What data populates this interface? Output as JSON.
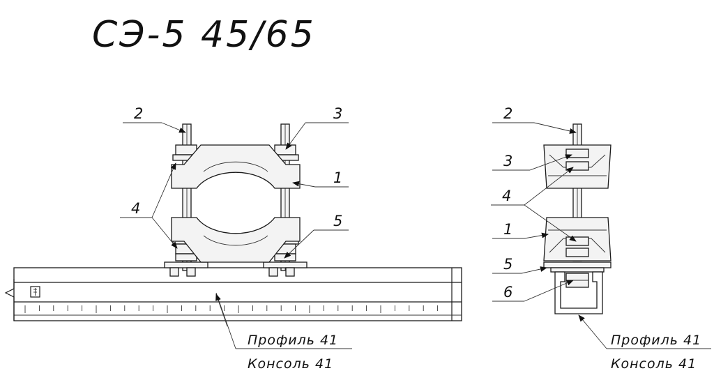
{
  "title": "СЭ-5 45/65",
  "front_view": {
    "callouts": [
      "2",
      "3",
      "1",
      "4",
      "5"
    ],
    "caption_line1": "Профиль 41",
    "caption_line2": "Консоль 41"
  },
  "side_view": {
    "callouts": [
      "2",
      "3",
      "4",
      "1",
      "5",
      "6"
    ],
    "caption_line1": "Профиль 41",
    "caption_line2": "Консоль 41"
  }
}
